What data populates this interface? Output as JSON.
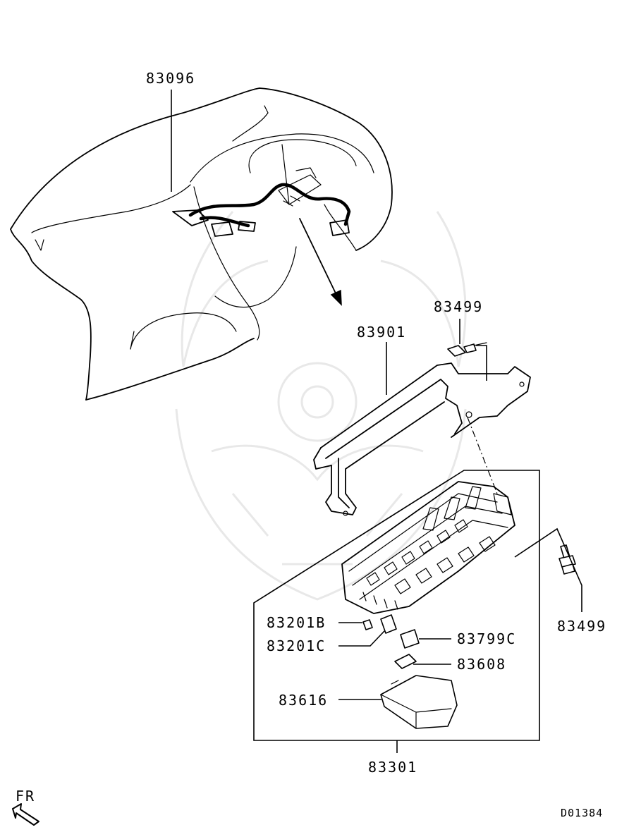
{
  "labels": {
    "harness": "83096",
    "bracket": "83901",
    "bolt_top": "83499",
    "bolt_right": "83499",
    "relay_block": "83301",
    "fuse_b": "83201B",
    "fuse_c": "83201C",
    "relay_c": "83799C",
    "relay_small": "83608",
    "cover": "83616"
  },
  "direction": {
    "text": "FR"
  },
  "diagram_code": "D01384",
  "icons": {
    "front_arrow": "front-arrow-icon",
    "watermark": "helmet-watermark-icon"
  }
}
